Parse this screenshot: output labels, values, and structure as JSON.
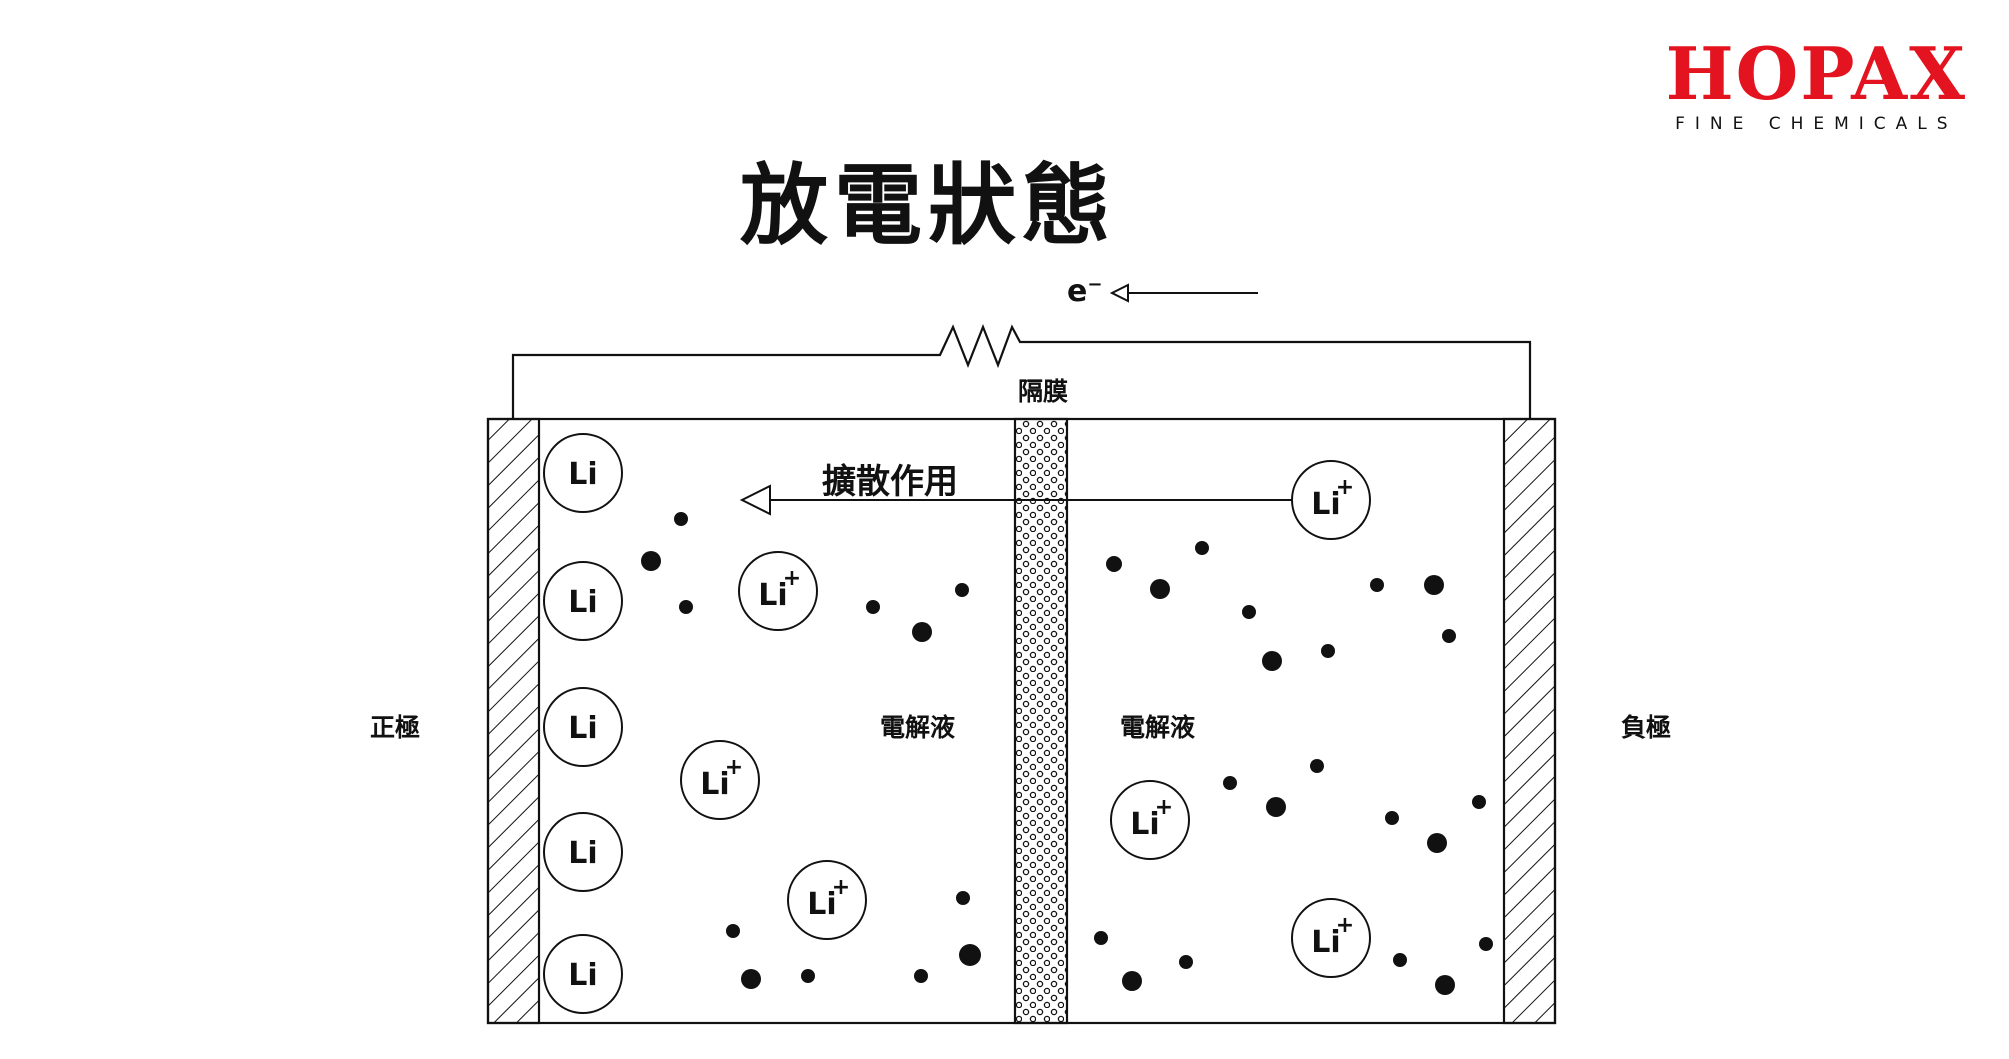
{
  "brand": {
    "name": "HOPAX",
    "tagline": "FINE CHEMICALS",
    "color": "#e3141f"
  },
  "title": "放電狀態",
  "labels": {
    "electron_base": "e",
    "electron_sup": "−",
    "separator": "隔膜",
    "diffusion": "擴散作用",
    "cathode": "正極",
    "anode": "負極",
    "electrolyte_left": "電解液",
    "electrolyte_right": "電解液"
  },
  "cathode_atoms": [
    "Li",
    "Li",
    "Li",
    "Li",
    "Li"
  ],
  "ions": [
    {
      "base": "Li",
      "charge": "+"
    },
    {
      "base": "Li",
      "charge": "+"
    },
    {
      "base": "Li",
      "charge": "+"
    },
    {
      "base": "Li",
      "charge": "+"
    },
    {
      "base": "Li",
      "charge": "+"
    },
    {
      "base": "Li",
      "charge": "+"
    }
  ],
  "colors": {
    "ink": "#111111",
    "background": "#ffffff"
  }
}
